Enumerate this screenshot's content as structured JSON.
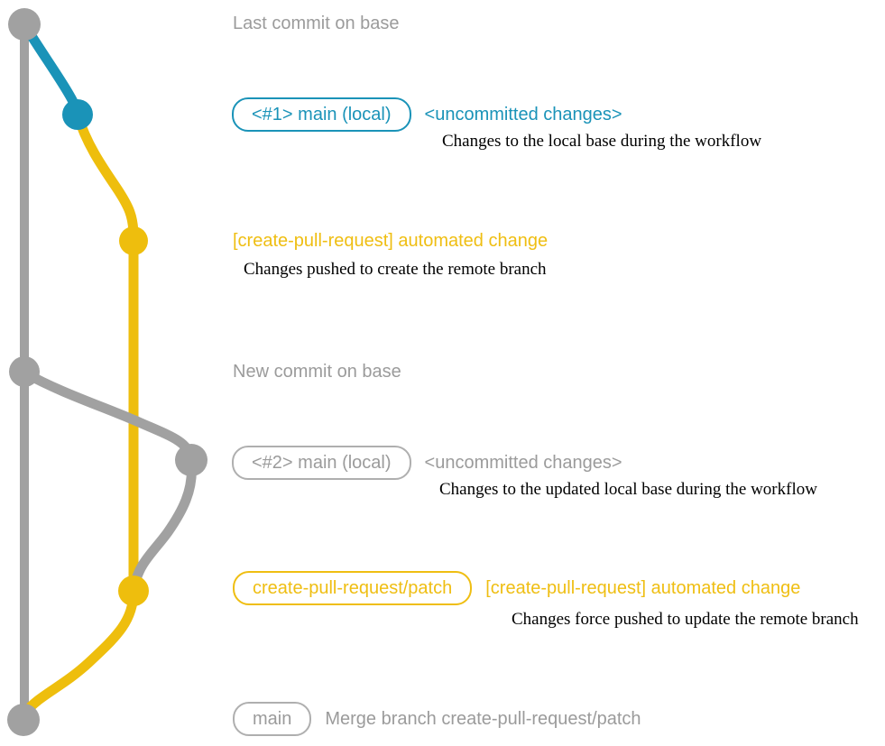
{
  "diagram": {
    "colors": {
      "base_gray": "#A1A1A1",
      "branch_blue": "#1A93B8",
      "branch_yellow": "#EEBE0D",
      "label_gray": "#9B9B9B",
      "caption_black": "#000000"
    },
    "top_section": {
      "base_commit_label": "Last commit on base",
      "local_main_badge": "<#1> main (local)",
      "uncommitted_title": "<uncommitted changes>",
      "uncommitted_caption": "Changes to the local base during the workflow",
      "automated_change_title": "[create-pull-request] automated change",
      "automated_change_caption": "Changes pushed to create the remote branch"
    },
    "update_section": {
      "base_commit_label": "New commit on base",
      "local_main_badge": "<#2> main (local)",
      "uncommitted_title": "<uncommitted changes>",
      "uncommitted_caption": "Changes to the updated local base during the workflow",
      "remote_branch_badge": "create-pull-request/patch",
      "automated_change_title": "[create-pull-request] automated change",
      "automated_change_caption": "Changes force pushed to update the remote branch"
    },
    "merge_section": {
      "main_badge": "main",
      "merge_commit_label": "Merge branch create-pull-request/patch"
    }
  }
}
